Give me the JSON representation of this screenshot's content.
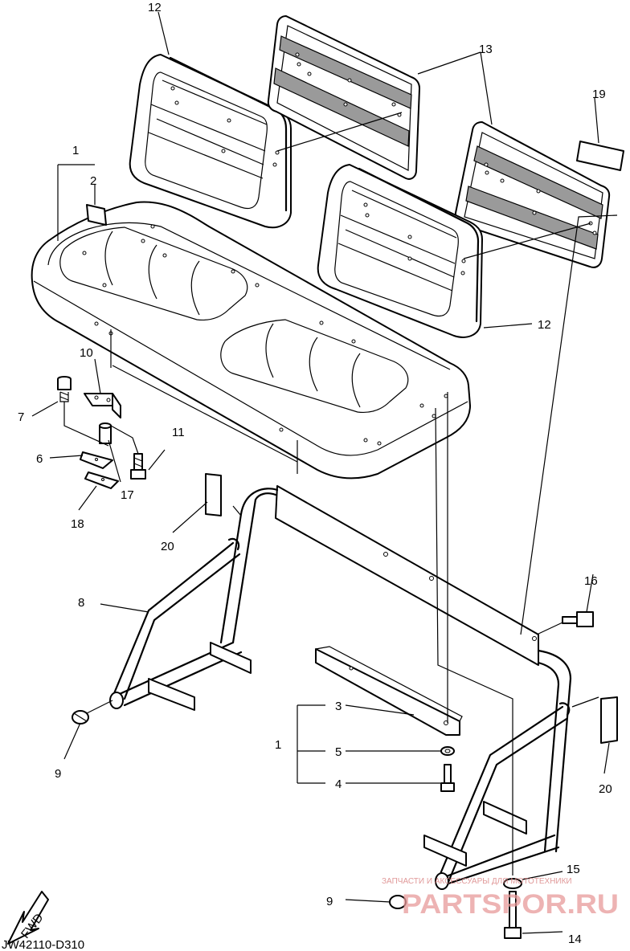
{
  "callouts": [
    {
      "label": "12"
    },
    {
      "label": "13"
    },
    {
      "label": "19"
    },
    {
      "label": "1"
    },
    {
      "label": "2"
    },
    {
      "label": "12"
    },
    {
      "label": "10"
    },
    {
      "label": "7"
    },
    {
      "label": "11"
    },
    {
      "label": "6"
    },
    {
      "label": "17"
    },
    {
      "label": "18"
    },
    {
      "label": "20"
    },
    {
      "label": "8"
    },
    {
      "label": "16"
    },
    {
      "label": "9"
    },
    {
      "label": "3"
    },
    {
      "label": "1"
    },
    {
      "label": "5"
    },
    {
      "label": "4"
    },
    {
      "label": "20"
    },
    {
      "label": "15"
    },
    {
      "label": "9"
    },
    {
      "label": "14"
    }
  ],
  "fwd_label": "FWD",
  "diagram_code": "JW42110-D310",
  "watermark": {
    "brand": "PARTSPOR.RU",
    "tagline": "ЗАПЧАСТИ И АКСЕССУАРЫ ДЛЯ МОТОТЕХНИКИ"
  }
}
